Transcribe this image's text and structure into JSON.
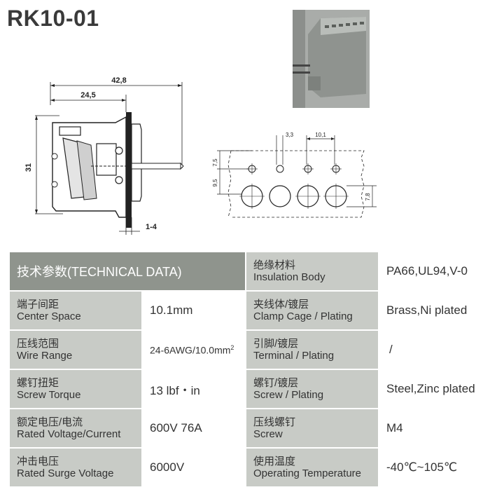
{
  "title": "RK10-01",
  "dimensions": {
    "overall_width": "42,8",
    "partial_width": "24,5",
    "height": "31",
    "pin": "1-4",
    "hole_diameter": "3,3",
    "pitch": "10,1",
    "row_offset_top": "7,5",
    "row_offset_mid": "9,5",
    "row_offset_right": "7,8"
  },
  "table": {
    "header": "技术参数(TECHNICAL DATA)",
    "left": [
      {
        "cn": "端子间距",
        "en": "Center Space",
        "value": "10.1mm"
      },
      {
        "cn": "压线范围",
        "en": "Wire Range",
        "value": "24-6AWG/10.0mm",
        "sup": "2"
      },
      {
        "cn": "螺钉扭矩",
        "en": "Screw Torque",
        "value": "13 lbf・in"
      },
      {
        "cn": "额定电压/电流",
        "en": "Rated Voltage/Current",
        "value": "600V 76A"
      },
      {
        "cn": "冲击电压",
        "en": "Rated Surge Voltage",
        "value": "6000V"
      }
    ],
    "right": [
      {
        "cn": "绝缘材料",
        "en": "Insulation Body",
        "value": "PA66,UL94,V-0"
      },
      {
        "cn": "夹线体/镀层",
        "en": "Clamp Cage / Plating",
        "value": "Brass,Ni plated"
      },
      {
        "cn": "引脚/镀层",
        "en": "Terminal / Plating",
        "value": "/"
      },
      {
        "cn": "螺钉/镀层",
        "en": "Screw / Plating",
        "value": "Steel,Zinc plated"
      },
      {
        "cn": "压线螺钉",
        "en": "Screw",
        "value": "M4"
      },
      {
        "cn": "使用温度",
        "en": "Operating Temperature",
        "value": "-40℃~105℃"
      }
    ]
  }
}
